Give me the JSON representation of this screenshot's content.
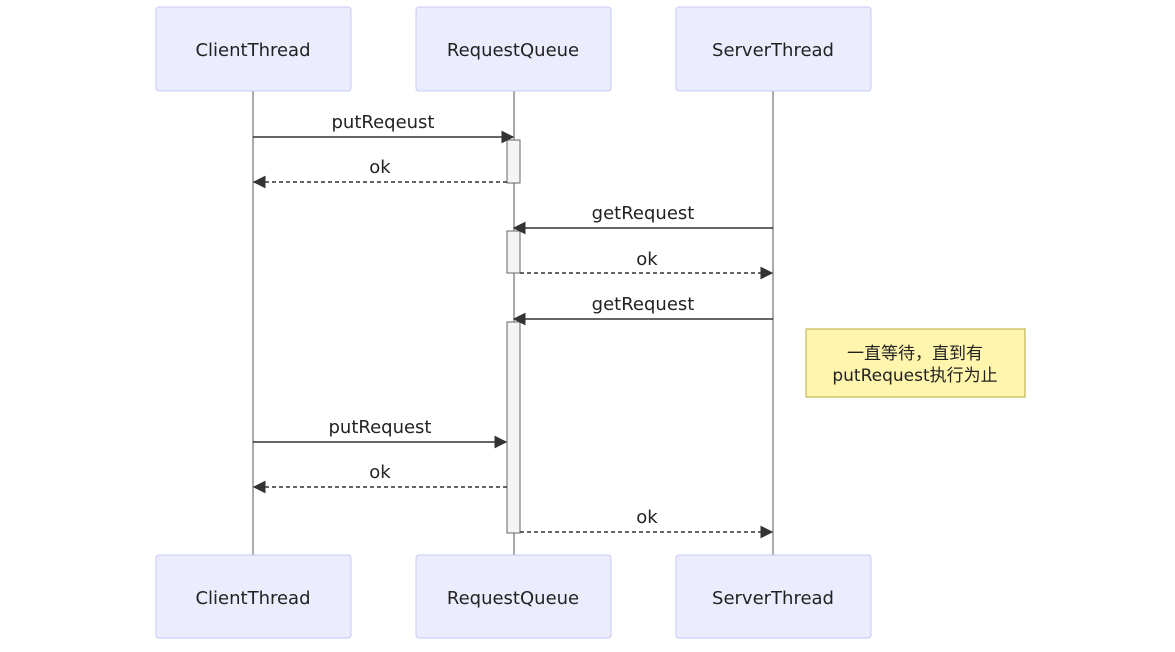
{
  "participants": [
    {
      "id": "client",
      "label": "ClientThread"
    },
    {
      "id": "queue",
      "label": "RequestQueue"
    },
    {
      "id": "server",
      "label": "ServerThread"
    }
  ],
  "messages": [
    {
      "from": "client",
      "to": "queue",
      "label": "putReqeust",
      "style": "solid"
    },
    {
      "from": "queue",
      "to": "client",
      "label": "ok",
      "style": "dashed"
    },
    {
      "from": "server",
      "to": "queue",
      "label": "getRequest",
      "style": "solid"
    },
    {
      "from": "queue",
      "to": "server",
      "label": "ok",
      "style": "dashed"
    },
    {
      "from": "server",
      "to": "queue",
      "label": "getRequest",
      "style": "solid"
    },
    {
      "from": "client",
      "to": "queue",
      "label": "putRequest",
      "style": "solid"
    },
    {
      "from": "queue",
      "to": "client",
      "label": "ok",
      "style": "dashed"
    },
    {
      "from": "queue",
      "to": "server",
      "label": "ok",
      "style": "dashed"
    }
  ],
  "note": {
    "lines": [
      "一直等待，直到有",
      "putRequest执行为止"
    ]
  },
  "colors": {
    "actor_fill": "#ececff",
    "actor_stroke": "#c7c7f5",
    "note_fill": "#fff5ad",
    "note_stroke": "#b8a83a"
  }
}
